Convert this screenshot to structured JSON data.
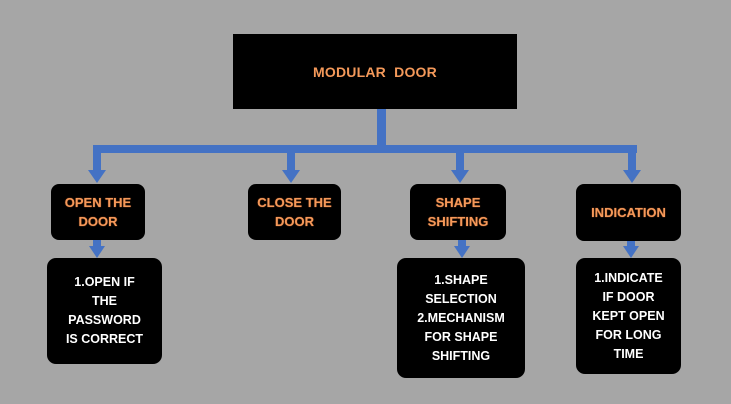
{
  "diagram": {
    "root": {
      "label": "MODULAR  DOOR"
    },
    "categories": [
      {
        "label": "OPEN THE\nDOOR"
      },
      {
        "label": "CLOSE THE\nDOOR"
      },
      {
        "label": "SHAPE\nSHIFTING"
      },
      {
        "label": "INDICATION"
      }
    ],
    "details": [
      {
        "label": "1.OPEN IF\nTHE\nPASSWORD\nIS CORRECT"
      },
      {
        "label": "1.SHAPE\nSELECTION\n2.MECHANISM\nFOR SHAPE\nSHIFTING"
      },
      {
        "label": "1.INDICATE\nIF DOOR\nKEPT OPEN\nFOR LONG\nTIME"
      }
    ],
    "colors": {
      "background": "#a6a6a6",
      "box": "#000000",
      "connector": "#4472c4",
      "heading_text": "#f4995a",
      "detail_text": "#ffffff"
    }
  }
}
